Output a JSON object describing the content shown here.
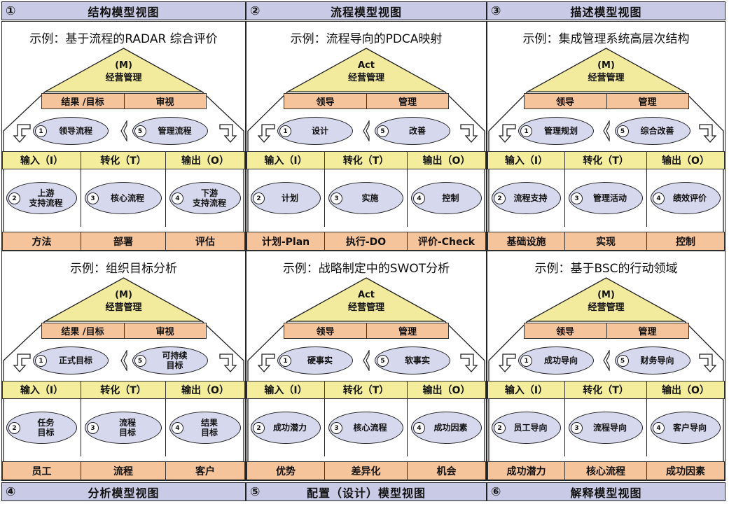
{
  "views": [
    {
      "num": "①",
      "title": "结构模型视图"
    },
    {
      "num": "②",
      "title": "流程模型视图"
    },
    {
      "num": "③",
      "title": "描述模型视图"
    },
    {
      "num": "④",
      "title": "分析模型视图"
    },
    {
      "num": "⑤",
      "title": "配置（设计）模型视图"
    },
    {
      "num": "⑥",
      "title": "解释模型视图"
    }
  ],
  "io_labels": [
    "输入（I）",
    "转化（T）",
    "输出（O）"
  ],
  "houses": [
    {
      "example": "示例：基于流程的RADAR 综合评价",
      "roof": [
        "(M)",
        "经营管理"
      ],
      "tier": [
        "结果 /目标",
        "审视"
      ],
      "upper": [
        {
          "n": "1",
          "text": "领导流程"
        },
        {
          "n": "5",
          "text": "管理流程"
        }
      ],
      "lower": [
        {
          "n": "2",
          "text": "上游\n支持流程"
        },
        {
          "n": "3",
          "text": "核心流程"
        },
        {
          "n": "4",
          "text": "下游\n支持流程"
        }
      ],
      "bottom": [
        "方法",
        "部署",
        "评估"
      ]
    },
    {
      "example": "示例：流程导向的PDCA映射",
      "roof": [
        "Act",
        "经营管理"
      ],
      "tier": [
        "领导",
        "管理"
      ],
      "upper": [
        {
          "n": "1",
          "text": "设计"
        },
        {
          "n": "5",
          "text": "改善"
        }
      ],
      "lower": [
        {
          "n": "2",
          "text": "计划"
        },
        {
          "n": "3",
          "text": "实施"
        },
        {
          "n": "4",
          "text": "控制"
        }
      ],
      "bottom": [
        "计划-Plan",
        "执行-DO",
        "评价-Check"
      ]
    },
    {
      "example": "示例：集成管理系统高层次结构",
      "roof": [
        "(M)",
        "经营管理"
      ],
      "tier": [
        "领导",
        "管理"
      ],
      "upper": [
        {
          "n": "1",
          "text": "管理规划"
        },
        {
          "n": "5",
          "text": "综合改善"
        }
      ],
      "lower": [
        {
          "n": "2",
          "text": "流程支持"
        },
        {
          "n": "3",
          "text": "管理活动"
        },
        {
          "n": "4",
          "text": "绩效评价"
        }
      ],
      "bottom": [
        "基础设施",
        "实现",
        "控制"
      ]
    },
    {
      "example": "示例：组织目标分析",
      "roof": [
        "(M)",
        "经营管理"
      ],
      "tier": [
        "结果 /目标",
        "审视"
      ],
      "upper": [
        {
          "n": "1",
          "text": "正式目标"
        },
        {
          "n": "5",
          "text": "可持续\n目标"
        }
      ],
      "lower": [
        {
          "n": "2",
          "text": "任务\n目标"
        },
        {
          "n": "3",
          "text": "流程\n目标"
        },
        {
          "n": "4",
          "text": "结果\n目标"
        }
      ],
      "bottom": [
        "员工",
        "流程",
        "客户"
      ]
    },
    {
      "example": "示例：战略制定中的SWOT分析",
      "roof": [
        "Act",
        "经营管理"
      ],
      "tier": [
        "领导",
        "管理"
      ],
      "upper": [
        {
          "n": "1",
          "text": "硬事实"
        },
        {
          "n": "5",
          "text": "软事实"
        }
      ],
      "lower": [
        {
          "n": "2",
          "text": "成功潜力"
        },
        {
          "n": "3",
          "text": "核心流程"
        },
        {
          "n": "4",
          "text": "成功因素"
        }
      ],
      "bottom": [
        "优势",
        "差异化",
        "机会"
      ]
    },
    {
      "example": "示例：基于BSC的行动领域",
      "roof": [
        "(M)",
        "经营管理"
      ],
      "tier": [
        "领导",
        "管理"
      ],
      "upper": [
        {
          "n": "1",
          "text": "成功导向"
        },
        {
          "n": "5",
          "text": "财务导向"
        }
      ],
      "lower": [
        {
          "n": "2",
          "text": "员工导向"
        },
        {
          "n": "3",
          "text": "流程导向"
        },
        {
          "n": "4",
          "text": "客户导向"
        }
      ],
      "bottom": [
        "成功潜力",
        "核心流程",
        "成功因素"
      ]
    }
  ],
  "colors": {
    "header": "#c9cae5",
    "roof": "#f2ea9c",
    "tier": "#f6c49a",
    "io": "#f4ee9c",
    "ellipse": "#d6d8ee"
  }
}
